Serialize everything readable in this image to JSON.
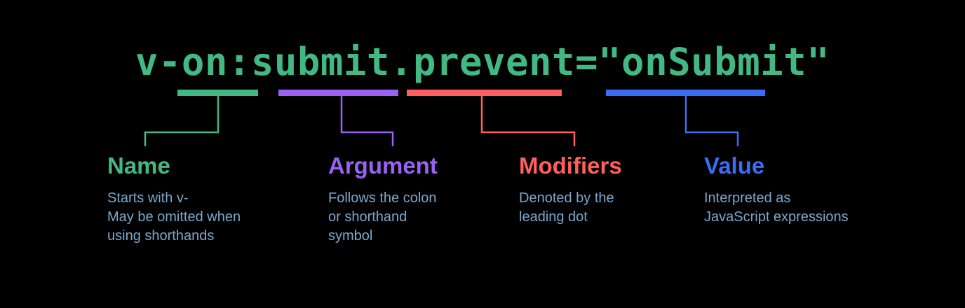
{
  "background_color": "#000000",
  "code": {
    "full_text": "v-on:submit.prevent=\"onSubmit\"",
    "color": "#42b883"
  },
  "colors": {
    "name": "#42b883",
    "argument": "#9a61f2",
    "modifiers": "#ff5f5f",
    "value": "#3b6cf6",
    "description": "#7ba7cc"
  },
  "segments": [
    {
      "id": "name",
      "heading": "Name",
      "description": "Starts with v-\nMay be omitted when\nusing shorthands",
      "code_part": "v-on",
      "color": "#42b883"
    },
    {
      "id": "argument",
      "heading": "Argument",
      "description": "Follows the colon\nor shorthand\nsymbol",
      "code_part": ":submit",
      "color": "#9a61f2"
    },
    {
      "id": "modifiers",
      "heading": "Modifiers",
      "description": "Denoted by the\nleading dot",
      "code_part": ".prevent",
      "color": "#ff5f5f"
    },
    {
      "id": "value",
      "heading": "Value",
      "description": "Interpreted as\nJavaScript expressions",
      "code_part": "\"onSubmit\"",
      "color": "#3b6cf6"
    }
  ]
}
